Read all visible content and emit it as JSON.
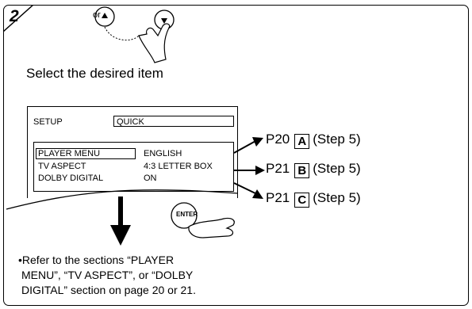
{
  "step": {
    "number": "2",
    "or_text": "or"
  },
  "instruction": "Select the desired item",
  "menu": {
    "title": "SETUP",
    "tab": "QUICK",
    "items": [
      {
        "label": "PLAYER MENU",
        "value": "ENGLISH"
      },
      {
        "label": "TV ASPECT",
        "value": "4:3 LETTER BOX"
      },
      {
        "label": "DOLBY DIGITAL",
        "value": "ON"
      }
    ]
  },
  "refs": [
    {
      "page": "P20",
      "letter": "A",
      "step": "(Step 5)"
    },
    {
      "page": "P21",
      "letter": "B",
      "step": "(Step 5)"
    },
    {
      "page": "P21",
      "letter": "C",
      "step": "(Step 5)"
    }
  ],
  "enter_label": "ENTER",
  "note": {
    "bullet": "•",
    "line1": "Refer to the sections “PLAYER",
    "line2": "MENU”, “TV ASPECT”, or “DOLBY",
    "line3": "DIGITAL” section on page 20 or 21."
  }
}
